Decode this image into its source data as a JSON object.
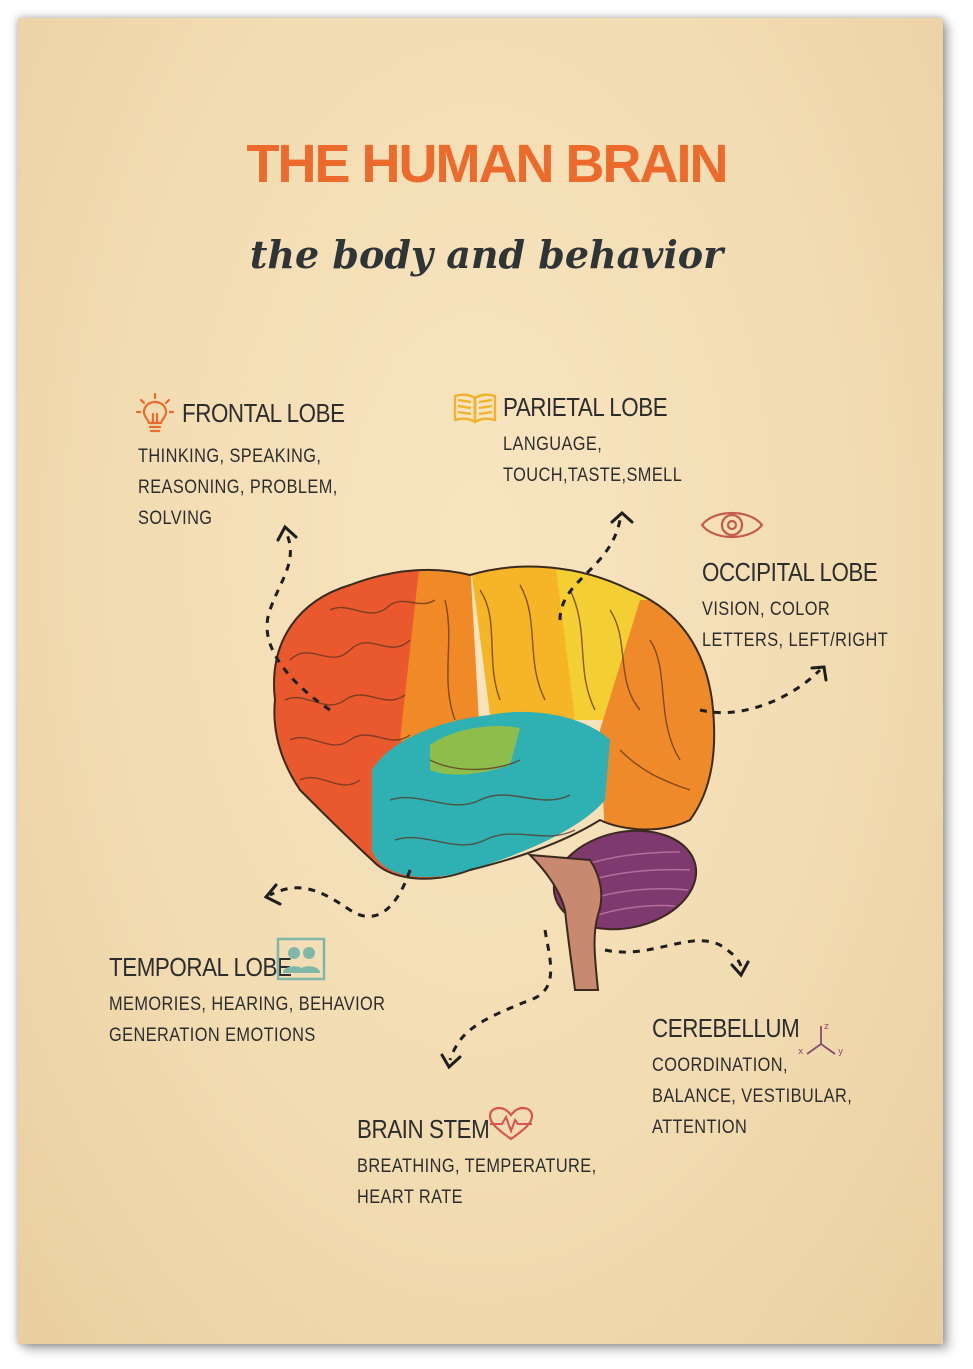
{
  "title": "THE HUMAN BRAIN",
  "subtitle": "the body and behavior",
  "lobes": {
    "frontal": {
      "name": "FRONTAL LOBE",
      "lines": [
        "THINKING, SPEAKING,",
        "REASONING, PROBLEM,",
        "SOLVING"
      ],
      "icon": "lightbulb-icon"
    },
    "parietal": {
      "name": "PARIETAL LOBE",
      "lines": [
        "LANGUAGE,",
        "TOUCH,TASTE,SMELL"
      ],
      "icon": "book-icon"
    },
    "occipital": {
      "name": "OCCIPITAL LOBE",
      "lines": [
        "VISION, COLOR",
        "LETTERS, LEFT/RIGHT"
      ],
      "icon": "eye-icon"
    },
    "temporal": {
      "name": "TEMPORAL LOBE",
      "lines": [
        "MEMORIES, HEARING, BEHAVIOR",
        "GENERATION EMOTIONS"
      ],
      "icon": "people-icon"
    },
    "cerebellum": {
      "name": "CEREBELLUM",
      "lines": [
        "COORDINATION,",
        "BALANCE, VESTIBULAR,",
        "ATTENTION"
      ],
      "icon": "xyz-axes-icon"
    },
    "brainstem": {
      "name": "BRAIN STEM",
      "lines": [
        "BREATHING, TEMPERATURE,",
        "HEART RATE"
      ],
      "icon": "heartbeat-icon"
    }
  },
  "axis_icon_letters": {
    "x": "x",
    "y": "y",
    "z": "z"
  },
  "colors": {
    "title": "#ec6a2b",
    "frontal": "#e9592d",
    "premotor": "#f08a26",
    "parietal_front": "#f6b427",
    "parietal": "#f4cf33",
    "occipital": "#ef8a2a",
    "temporal": "#2fb0b3",
    "insula": "#8fbd4b",
    "cerebellum": "#7e3a6f",
    "brainstem": "#c98970"
  }
}
